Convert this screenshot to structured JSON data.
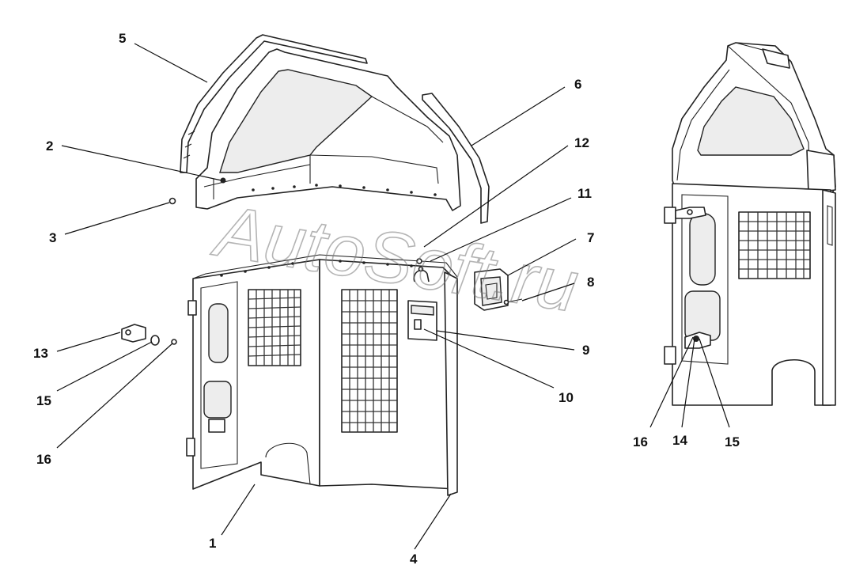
{
  "diagram": {
    "watermark": "AutoSoft.ru",
    "callouts": [
      {
        "id": "c1",
        "label": "1"
      },
      {
        "id": "c2",
        "label": "2"
      },
      {
        "id": "c3",
        "label": "3"
      },
      {
        "id": "c4",
        "label": "4"
      },
      {
        "id": "c5",
        "label": "5"
      },
      {
        "id": "c6",
        "label": "6"
      },
      {
        "id": "c7",
        "label": "7"
      },
      {
        "id": "c8",
        "label": "8"
      },
      {
        "id": "c9",
        "label": "9"
      },
      {
        "id": "c10",
        "label": "10"
      },
      {
        "id": "c11",
        "label": "11"
      },
      {
        "id": "c12",
        "label": "12"
      },
      {
        "id": "c13",
        "label": "13"
      },
      {
        "id": "c15a",
        "label": "15"
      },
      {
        "id": "c16a",
        "label": "16"
      },
      {
        "id": "c16b",
        "label": "16"
      },
      {
        "id": "c14",
        "label": "14"
      },
      {
        "id": "c15b",
        "label": "15"
      }
    ]
  }
}
